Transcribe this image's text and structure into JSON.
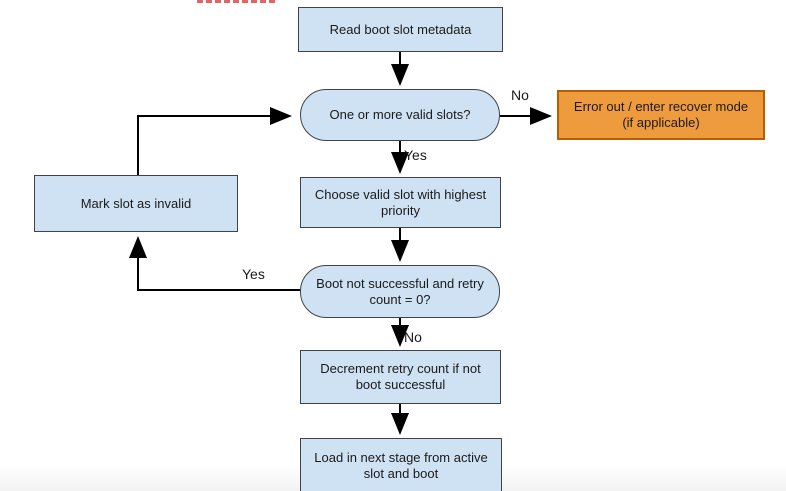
{
  "diagram": {
    "type": "flowchart",
    "nodes": {
      "read_metadata": {
        "label": "Read boot slot metadata",
        "shape": "rect"
      },
      "valid_slots": {
        "label": "One or more valid slots?",
        "shape": "stadium"
      },
      "error_recover": {
        "label": "Error out / enter recover mode (if applicable)",
        "shape": "rect",
        "variant": "error"
      },
      "choose_slot": {
        "label": "Choose valid slot with highest priority",
        "shape": "rect"
      },
      "mark_invalid": {
        "label": "Mark slot as invalid",
        "shape": "rect"
      },
      "boot_check": {
        "label": "Boot not successful and retry count = 0?",
        "shape": "stadium"
      },
      "decrement_retry": {
        "label": "Decrement retry count if not boot successful",
        "shape": "rect"
      },
      "load_stage": {
        "label": "Load in next stage from active slot and boot",
        "shape": "rect"
      }
    },
    "edge_labels": {
      "valid_no": "No",
      "valid_yes": "Yes",
      "boot_yes": "Yes",
      "boot_no": "No"
    },
    "edges": [
      "read_metadata -> valid_slots",
      "valid_slots -No-> error_recover",
      "valid_slots -Yes-> choose_slot",
      "choose_slot -> boot_check",
      "boot_check -Yes-> mark_invalid",
      "mark_invalid -> valid_slots",
      "boot_check -No-> decrement_retry",
      "decrement_retry -> load_stage"
    ],
    "colors": {
      "node_fill": "#cfe2f3",
      "node_border": "#40444a",
      "error_fill": "#ee9b3e",
      "error_border": "#b45f06",
      "arrow": "#000000",
      "red_dashes": "#e06666",
      "background": "#ffffff"
    }
  }
}
